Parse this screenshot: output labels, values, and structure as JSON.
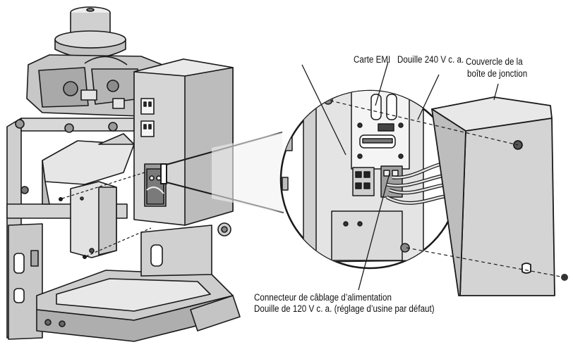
{
  "labels": {
    "emi_board": "Carte EMI",
    "outlet_240": "Douille 240 V c. a.",
    "junction_cover_1": "Couvercle de la",
    "junction_cover_2": "boîte de jonction",
    "power_connector": "Connecteur de câblage d’alimentation",
    "outlet_120": "Douille de 120 V c. a. (réglage d’usine par défaut)"
  },
  "colors": {
    "ink": "#1a1a1a",
    "panel": "#d9d9d9",
    "panel_dark": "#9a9a9a",
    "shade": "#bdbdbd",
    "wire": "#e0e0e0"
  }
}
